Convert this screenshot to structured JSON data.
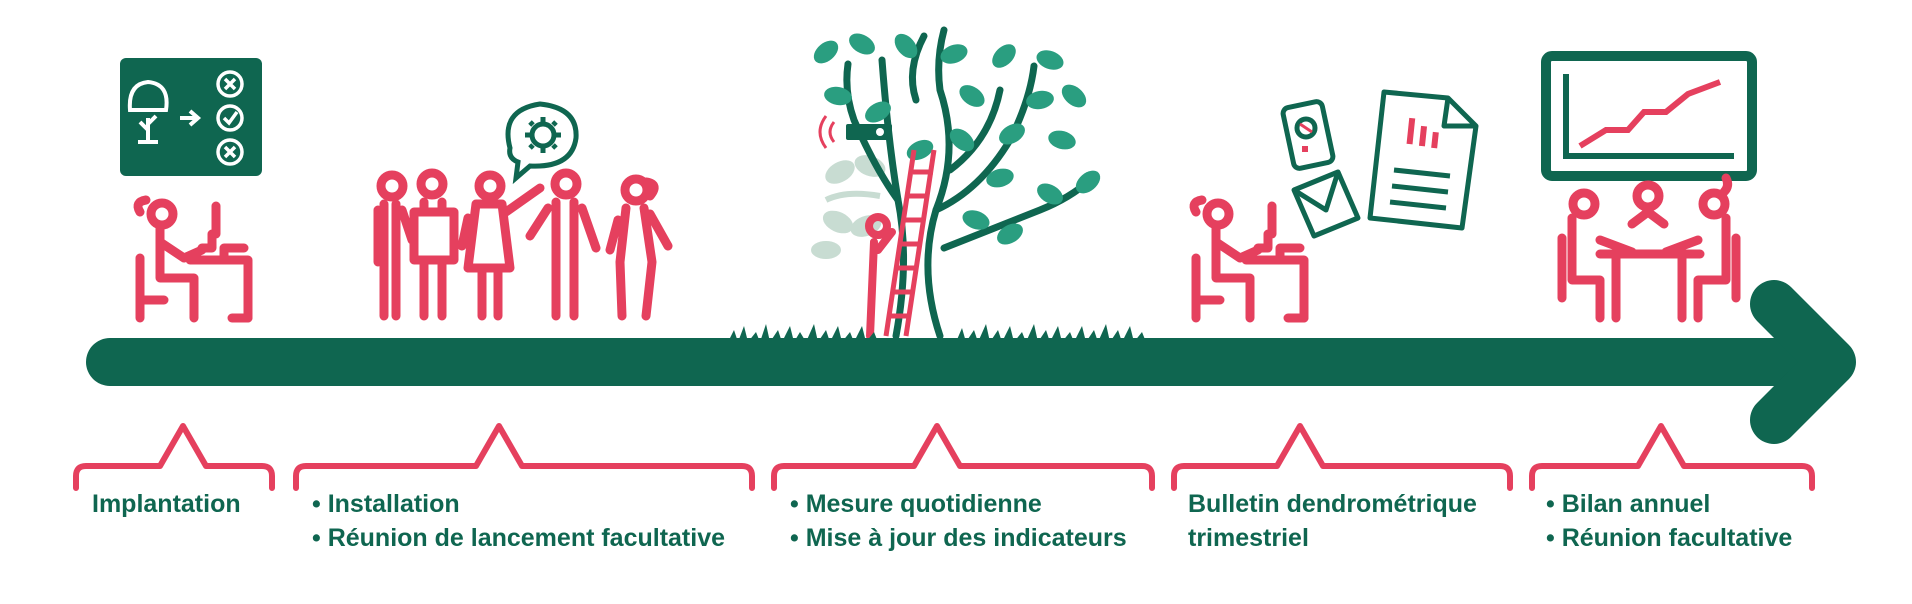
{
  "colors": {
    "green": "#0f6650",
    "pink": "#e5405e",
    "light_green": "#c8dcd2",
    "teal_leaf": "#2a9e80"
  },
  "stages": [
    {
      "id": "implantation",
      "icon": "tree-selection-board-icon",
      "lines": [
        "Implantation"
      ]
    },
    {
      "id": "installation",
      "icon": "team-meeting-icon",
      "lines": [
        "• Installation",
        "• Réunion de lancement facultative"
      ]
    },
    {
      "id": "mesure",
      "icon": "tree-dendrometer-icon",
      "lines": [
        "• Mesure quotidienne",
        "• Mise à jour des indicateurs"
      ]
    },
    {
      "id": "bulletin",
      "icon": "report-documents-icon",
      "lines": [
        "Bulletin dendrométrique",
        "trimestriel"
      ]
    },
    {
      "id": "bilan",
      "icon": "annual-review-chart-icon",
      "lines": [
        "• Bilan annuel",
        "• Réunion facultative"
      ]
    }
  ]
}
